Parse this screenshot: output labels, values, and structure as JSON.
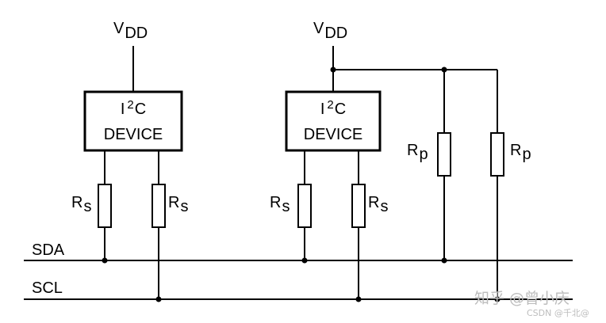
{
  "supply": {
    "main": "V",
    "sub": "DD"
  },
  "device": {
    "line1_main": "I",
    "line1_sup": "2",
    "line1_tail": "C",
    "line2": "DEVICE"
  },
  "resistor_series": {
    "main": "R",
    "sub": "s"
  },
  "resistor_pullup": {
    "main": "R",
    "sub": "p"
  },
  "buses": {
    "sda": "SDA",
    "scl": "SCL"
  },
  "watermark": {
    "zhihu": "知乎 @曾小庆",
    "csdn": "CSDN @千北@"
  }
}
